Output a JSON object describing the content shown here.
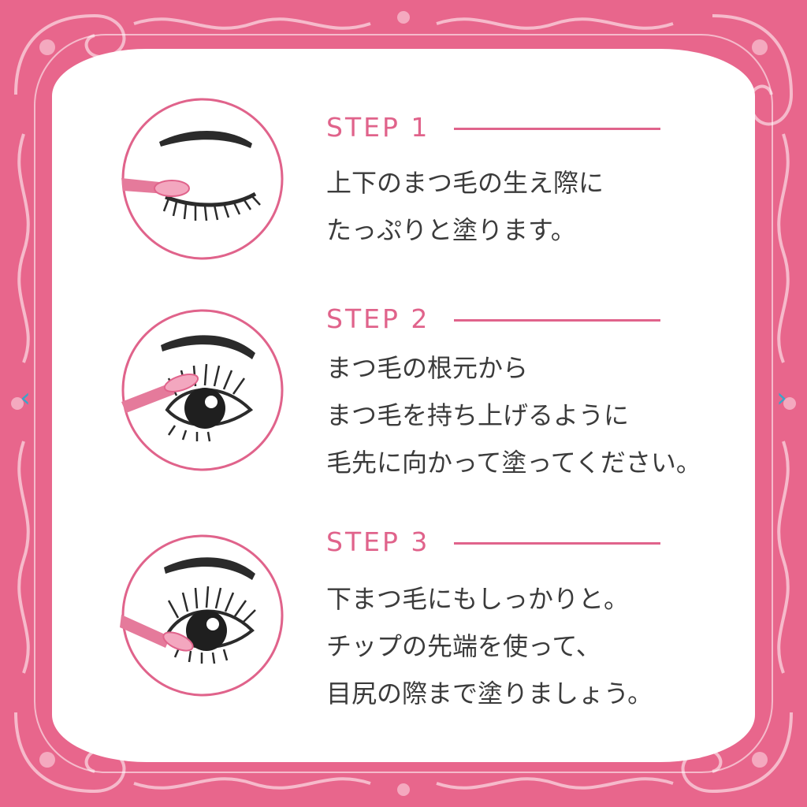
{
  "steps": [
    {
      "label": "STEP 1",
      "lines": [
        "上下のまつ毛の生え際に",
        "たっぷりと塗ります。"
      ]
    },
    {
      "label": "STEP 2",
      "lines": [
        "まつ毛の根元から",
        "まつ毛を持ち上げるように",
        "毛先に向かって塗ってください。"
      ]
    },
    {
      "label": "STEP 3",
      "lines": [
        "下まつ毛にもしっかりと。",
        "チップの先端を使って、",
        "目尻の際まで塗りましょう。"
      ]
    }
  ],
  "nav": {
    "prev_icon": "chevron-left-icon",
    "next_icon": "chevron-right-icon",
    "prev_glyph": "‹",
    "next_glyph": "›"
  },
  "colors": {
    "frame": "#e8668c",
    "accent": "#e0638b",
    "text": "#3b3b3b",
    "arrow": "#3aa5c9"
  }
}
